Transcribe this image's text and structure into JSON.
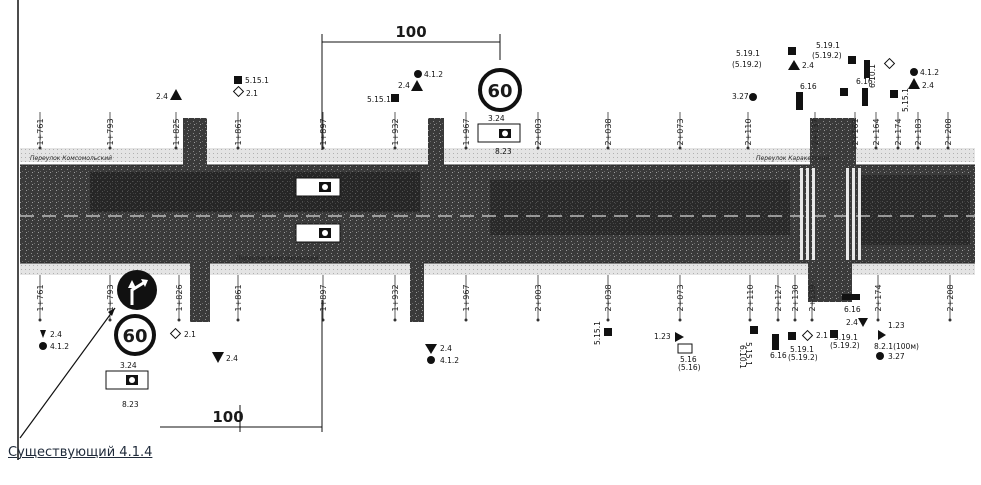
{
  "dimension_top": "100",
  "dimension_bottom": "100",
  "speed_limit_top": "60",
  "speed_limit_bottom": "60",
  "sign_code_camera": "3.24",
  "sign_code_camera_plate": "8.23",
  "street_name_1": "Переулок Комсомольский",
  "street_name_2": "Переулок Комсомольский",
  "street_name_3": "Переулок Каракетский",
  "caption": "Существующий 4.1.4",
  "chainage_top": [
    "1+761",
    "1+793",
    "1+825",
    "1+861",
    "1+897",
    "1+932",
    "1+967",
    "2+003",
    "2+038",
    "2+073",
    "2+110",
    "2+137",
    "2+161",
    "2+164",
    "2+174",
    "2+183",
    "2+208"
  ],
  "chainage_bottom": [
    "1+761",
    "1+793",
    "1+826",
    "1+861",
    "1+897",
    "1+932",
    "1+967",
    "2+003",
    "2+038",
    "2+073",
    "2+110",
    "2+127",
    "2+130",
    "2+139",
    "2+174",
    "2+208"
  ],
  "sign_labels_top": [
    "2.4",
    "5.15.1",
    "2.1",
    "4.1.2",
    "2.4",
    "5.15.1",
    "5.19.1",
    "(5.19.2)",
    "2.4",
    "5.19.1",
    "(5.19.2)",
    "6.10.1",
    "4.1.2",
    "2.4",
    "3.27",
    "6.16",
    "6.16",
    "5.15.1"
  ],
  "sign_labels_bottom": [
    "2.4",
    "4.1.2",
    "2.1",
    "2.4",
    "2.4",
    "4.1.2",
    "5.15.1",
    "1.23",
    "5.16",
    "(5.16)",
    "5.15.1",
    "6.10.1",
    "6.16",
    "5.19.1",
    "(5.19.2)",
    "2.1",
    "5.19.1",
    "(5.19.2)",
    "2.4",
    "1.23",
    "8.2.1(100м)",
    "3.27",
    "6.16"
  ]
}
